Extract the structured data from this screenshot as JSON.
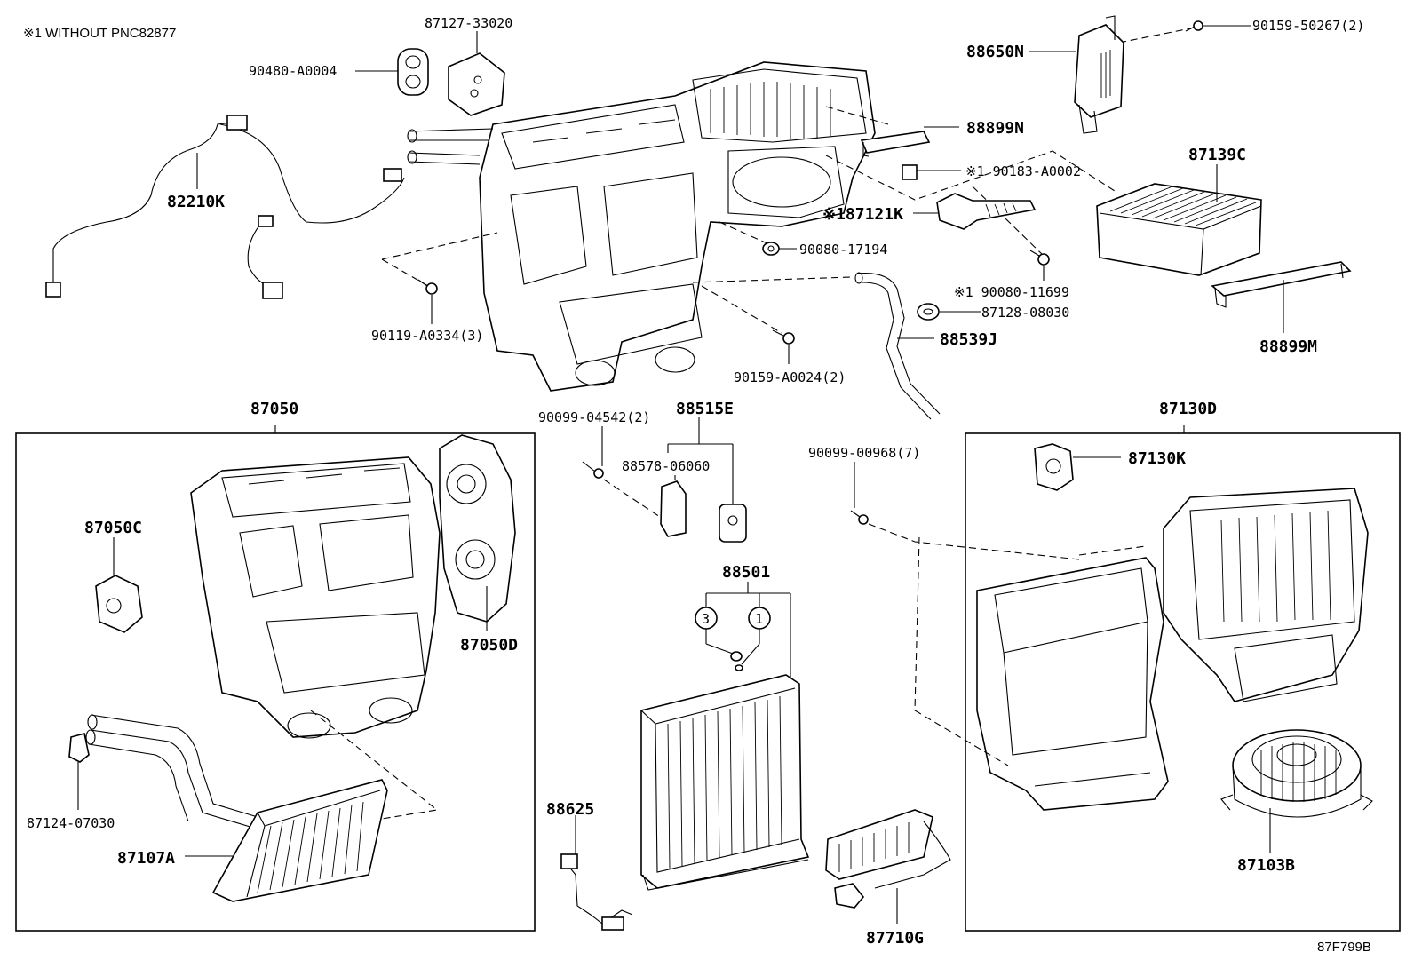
{
  "note": "※1 WITHOUT PNC82877",
  "diagram_code": "87F799B",
  "labels": {
    "p87127_33020": "87127-33020",
    "p90480_A0004": "90480-A0004",
    "p82210K": "82210K",
    "p90119_A0334": "90119-A0334(3)",
    "p90159_A0024": "90159-A0024(2)",
    "p88650N": "88650N",
    "p90159_50267": "90159-50267(2)",
    "p88899N": "88899N",
    "p90183_A0002": "※1 90183-A0002",
    "p87139C": "87139C",
    "p87121K": "※187121K",
    "p90080_17194": "90080-17194",
    "p90080_11699": "※1 90080-11699",
    "p87128_08030": "87128-08030",
    "p88539J": "88539J",
    "p88899M": "88899M",
    "p87050": "87050",
    "p87050C": "87050C",
    "p87050D": "87050D",
    "p87124_07030": "87124-07030",
    "p87107A": "87107A",
    "p90099_04542": "90099-04542(2)",
    "p88515E": "88515E",
    "p88578_06060": "88578-06060",
    "p88501": "88501",
    "circle3": "3",
    "circle1": "1",
    "p88625": "88625",
    "p90099_00968": "90099-00968(7)",
    "p87710G": "87710G",
    "p87130D": "87130D",
    "p87130K": "87130K",
    "p87103B": "87103B"
  }
}
